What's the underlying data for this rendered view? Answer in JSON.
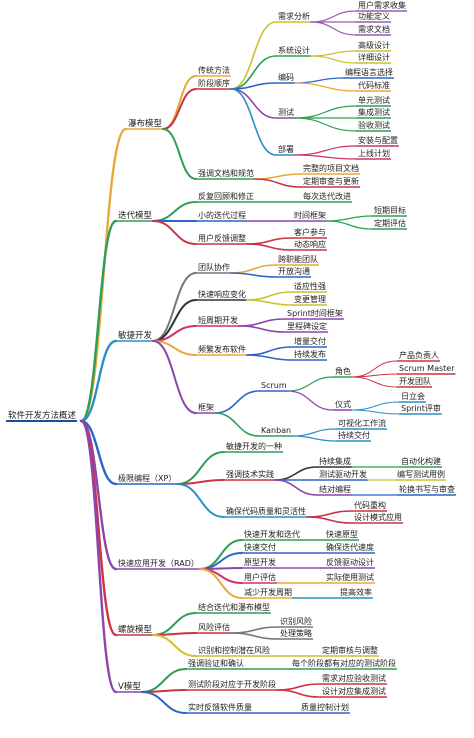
{
  "root": {
    "label": "软件开发方法概述",
    "color": "#1f4e9c"
  },
  "branches": [
    {
      "label": "瀑布模型",
      "color": "#e8a93a",
      "children": [
        {
          "label": "传统方法",
          "color": "#e8a93a"
        },
        {
          "label": "阶段顺序",
          "color": "#cc3344",
          "children": [
            {
              "label": "需求分析",
              "color": "#c9c230",
              "children": [
                {
                  "label": "用户需求收集",
                  "color": "#9b59b6"
                },
                {
                  "label": "功能定义",
                  "color": "#9b59b6"
                },
                {
                  "label": "需求文档",
                  "color": "#9b59b6"
                }
              ]
            },
            {
              "label": "系统设计",
              "color": "#2e9e55",
              "children": [
                {
                  "label": "高级设计",
                  "color": "#c9c230"
                },
                {
                  "label": "详细设计",
                  "color": "#c9c230"
                }
              ]
            },
            {
              "label": "编码",
              "color": "#2b66c7",
              "children": [
                {
                  "label": "编程语言选择",
                  "color": "#2b66c7"
                },
                {
                  "label": "代码标准",
                  "color": "#e8a93a"
                }
              ]
            },
            {
              "label": "测试",
              "color": "#8e44ad",
              "children": [
                {
                  "label": "单元测试",
                  "color": "#2e9e55"
                },
                {
                  "label": "集成测试",
                  "color": "#2e9e55"
                },
                {
                  "label": "验收测试",
                  "color": "#2e9e55"
                }
              ]
            },
            {
              "label": "部署",
              "color": "#2b8fc7",
              "children": [
                {
                  "label": "安装与配置",
                  "color": "#cc3366"
                },
                {
                  "label": "上线计划",
                  "color": "#cc3366"
                }
              ]
            }
          ]
        },
        {
          "label": "强调文档和规范",
          "color": "#2e9e55",
          "children": [
            {
              "label": "完整的项目文档",
              "color": "#e8a93a"
            },
            {
              "label": "定期审查与更新",
              "color": "#cc3344"
            }
          ]
        }
      ]
    },
    {
      "label": "迭代模型",
      "color": "#2e9e55",
      "children": [
        {
          "label": "反复回顾和修正",
          "color": "#2e9e55",
          "children": [
            {
              "label": "每次迭代改进",
              "color": "#2e9e55"
            }
          ]
        },
        {
          "label": "小的迭代过程",
          "color": "#2b66c7",
          "children": [
            {
              "label": "时间框架",
              "color": "#8e44ad",
              "children": [
                {
                  "label": "短期目标",
                  "color": "#2e9e55"
                },
                {
                  "label": "定期评估",
                  "color": "#2e9e55"
                }
              ]
            }
          ]
        },
        {
          "label": "用户反馈调整",
          "color": "#cc3344",
          "children": [
            {
              "label": "客户参与",
              "color": "#cc3344"
            },
            {
              "label": "动态响应",
              "color": "#cc3344"
            }
          ]
        }
      ]
    },
    {
      "label": "敏捷开发",
      "color": "#2b8fc7",
      "children": [
        {
          "label": "团队协作",
          "color": "#777777",
          "children": [
            {
              "label": "跨职能团队",
              "color": "#e8a93a"
            },
            {
              "label": "开放沟通",
              "color": "#2b66c7"
            }
          ]
        },
        {
          "label": "快速响应变化",
          "color": "#333333",
          "children": [
            {
              "label": "适应性强",
              "color": "#c9c230"
            },
            {
              "label": "变更管理",
              "color": "#c9c230"
            }
          ]
        },
        {
          "label": "短周期开发",
          "color": "#cc3366",
          "children": [
            {
              "label": "Sprint时间框架",
              "color": "#8e44ad"
            },
            {
              "label": "里程碑设定",
              "color": "#8e44ad"
            }
          ]
        },
        {
          "label": "频繁发布软件",
          "color": "#e8a93a",
          "children": [
            {
              "label": "增量交付",
              "color": "#2b66c7"
            },
            {
              "label": "持续发布",
              "color": "#2b66c7"
            }
          ]
        },
        {
          "label": "框架",
          "color": "#8e44ad",
          "children": [
            {
              "label": "Scrum",
              "color": "#2b66c7",
              "children": [
                {
                  "label": "角色",
                  "color": "#2e9e55",
                  "children": [
                    {
                      "label": "产品负责人",
                      "color": "#cc3344"
                    },
                    {
                      "label": "Scrum Master",
                      "color": "#cc3344"
                    },
                    {
                      "label": "开发团队",
                      "color": "#cc3344"
                    }
                  ]
                },
                {
                  "label": "仪式",
                  "color": "#8e44ad",
                  "children": [
                    {
                      "label": "日立会",
                      "color": "#2b8fc7"
                    },
                    {
                      "label": "Sprint评审",
                      "color": "#2b8fc7"
                    }
                  ]
                }
              ]
            },
            {
              "label": "Kanban",
              "color": "#2e9e55",
              "children": [
                {
                  "label": "可视化工作流",
                  "color": "#2b8fc7"
                },
                {
                  "label": "持续交付",
                  "color": "#2b8fc7"
                }
              ]
            }
          ]
        }
      ]
    },
    {
      "label": "极限编程（XP）",
      "color": "#2b66c7",
      "children": [
        {
          "label": "敏捷开发的一种",
          "color": "#2e9e55"
        },
        {
          "label": "强调技术实践",
          "color": "#cc3344",
          "children": [
            {
              "label": "持续集成",
              "color": "#333333",
              "children": [
                {
                  "label": "自动化构建",
                  "color": "#2e9e55"
                }
              ]
            },
            {
              "label": "测试驱动开发",
              "color": "#2b66c7",
              "children": [
                {
                  "label": "编写测试用例",
                  "color": "#c9c230"
                }
              ]
            },
            {
              "label": "结对编程",
              "color": "#8e44ad",
              "children": [
                {
                  "label": "轮换书写与审查",
                  "color": "#2b66c7"
                }
              ]
            }
          ]
        },
        {
          "label": "确保代码质量和灵活性",
          "color": "#2b8fc7",
          "children": [
            {
              "label": "代码重构",
              "color": "#cc3344"
            },
            {
              "label": "设计模式应用",
              "color": "#cc3344"
            }
          ]
        }
      ]
    },
    {
      "label": "快速应用开发（RAD）",
      "color": "#8e44ad",
      "children": [
        {
          "label": "快速开发和迭代",
          "color": "#2e9e55",
          "children": [
            {
              "label": "快速原型",
              "color": "#2e9e55"
            }
          ]
        },
        {
          "label": "快速交付",
          "color": "#2b66c7",
          "children": [
            {
              "label": "确保迭代速度",
              "color": "#2b66c7"
            }
          ]
        },
        {
          "label": "原型开发",
          "color": "#8e44ad",
          "children": [
            {
              "label": "反馈驱动设计",
              "color": "#8e44ad"
            }
          ]
        },
        {
          "label": "用户评估",
          "color": "#cc3366",
          "children": [
            {
              "label": "实际使用测试",
              "color": "#e8a93a"
            }
          ]
        },
        {
          "label": "减少开发周期",
          "color": "#e8a93a",
          "children": [
            {
              "label": "提高效率",
              "color": "#2b8fc7"
            }
          ]
        }
      ]
    },
    {
      "label": "螺旋模型",
      "color": "#cc3344",
      "children": [
        {
          "label": "结合迭代和瀑布模型",
          "color": "#2e9e55"
        },
        {
          "label": "风险评估",
          "color": "#cc3344",
          "children": [
            {
              "label": "识别风险",
              "color": "#777777"
            },
            {
              "label": "处理策略",
              "color": "#777777"
            }
          ]
        },
        {
          "label": "识别和控制潜在风险",
          "color": "#c9c230",
          "children": [
            {
              "label": "定期审核与调整",
              "color": "#c9c230"
            }
          ]
        }
      ]
    },
    {
      "label": "V模型",
      "color": "#8e44ad",
      "children": [
        {
          "label": "强调验证和确认",
          "color": "#2e9e55",
          "children": [
            {
              "label": "每个阶段都有对应的测试阶段",
              "color": "#2e9e55"
            }
          ]
        },
        {
          "label": "测试阶段对应于开发阶段",
          "color": "#cc3344",
          "children": [
            {
              "label": "需求对应验收测试",
              "color": "#cc3344"
            },
            {
              "label": "设计对应集成测试",
              "color": "#cc3344"
            }
          ]
        },
        {
          "label": "实时反馈软件质量",
          "color": "#2b66c7",
          "children": [
            {
              "label": "质量控制计划",
              "color": "#2b66c7"
            }
          ]
        }
      ]
    }
  ]
}
